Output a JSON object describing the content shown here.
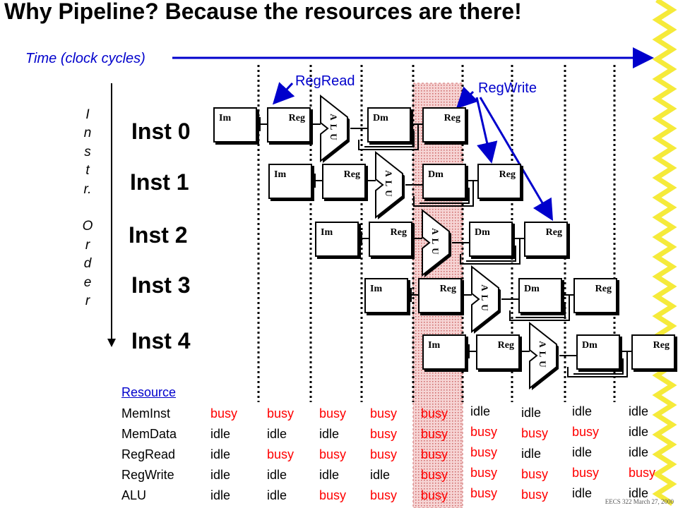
{
  "title": "Why Pipeline? Because the resources are there!",
  "time_label": "Time (clock cycles)",
  "annotations": {
    "regread": "RegRead",
    "regwrite": "RegWrite"
  },
  "order_letters": [
    "I",
    "n",
    "s",
    "t",
    "r.",
    "",
    "O",
    "r",
    "d",
    "e",
    "r"
  ],
  "instructions": [
    "Inst 0",
    "Inst 1",
    "Inst 2",
    "Inst 3",
    "Inst 4"
  ],
  "stage_labels": {
    "im": "Im",
    "reg": "Reg",
    "alu": "ALU",
    "dm": "Dm"
  },
  "resources": {
    "header": "Resource",
    "rows": [
      "MemInst",
      "MemData",
      "RegRead",
      "RegWrite",
      "ALU"
    ]
  },
  "busy_table": [
    [
      "busy",
      "idle",
      "idle",
      "idle",
      "idle"
    ],
    [
      "busy",
      "idle",
      "busy",
      "idle",
      "idle"
    ],
    [
      "busy",
      "idle",
      "busy",
      "idle",
      "busy"
    ],
    [
      "busy",
      "busy",
      "busy",
      "idle",
      "busy"
    ],
    [
      "busy",
      "busy",
      "busy",
      "busy",
      "busy"
    ],
    [
      "idle",
      "busy",
      "busy",
      "busy",
      "busy"
    ],
    [
      "idle",
      "busy",
      "idle",
      "busy",
      "busy"
    ],
    [
      "idle",
      "busy",
      "idle",
      "busy",
      "idle"
    ],
    [
      "idle",
      "idle",
      "idle",
      "busy",
      "idle"
    ]
  ],
  "colors": {
    "busy": "#ff0000",
    "idle": "#000000",
    "accent": "#0000cc",
    "highlight": "#f3c2c2",
    "zigzag": "#f5ea3a"
  },
  "footer": "EECS 322 March 27, 2000"
}
